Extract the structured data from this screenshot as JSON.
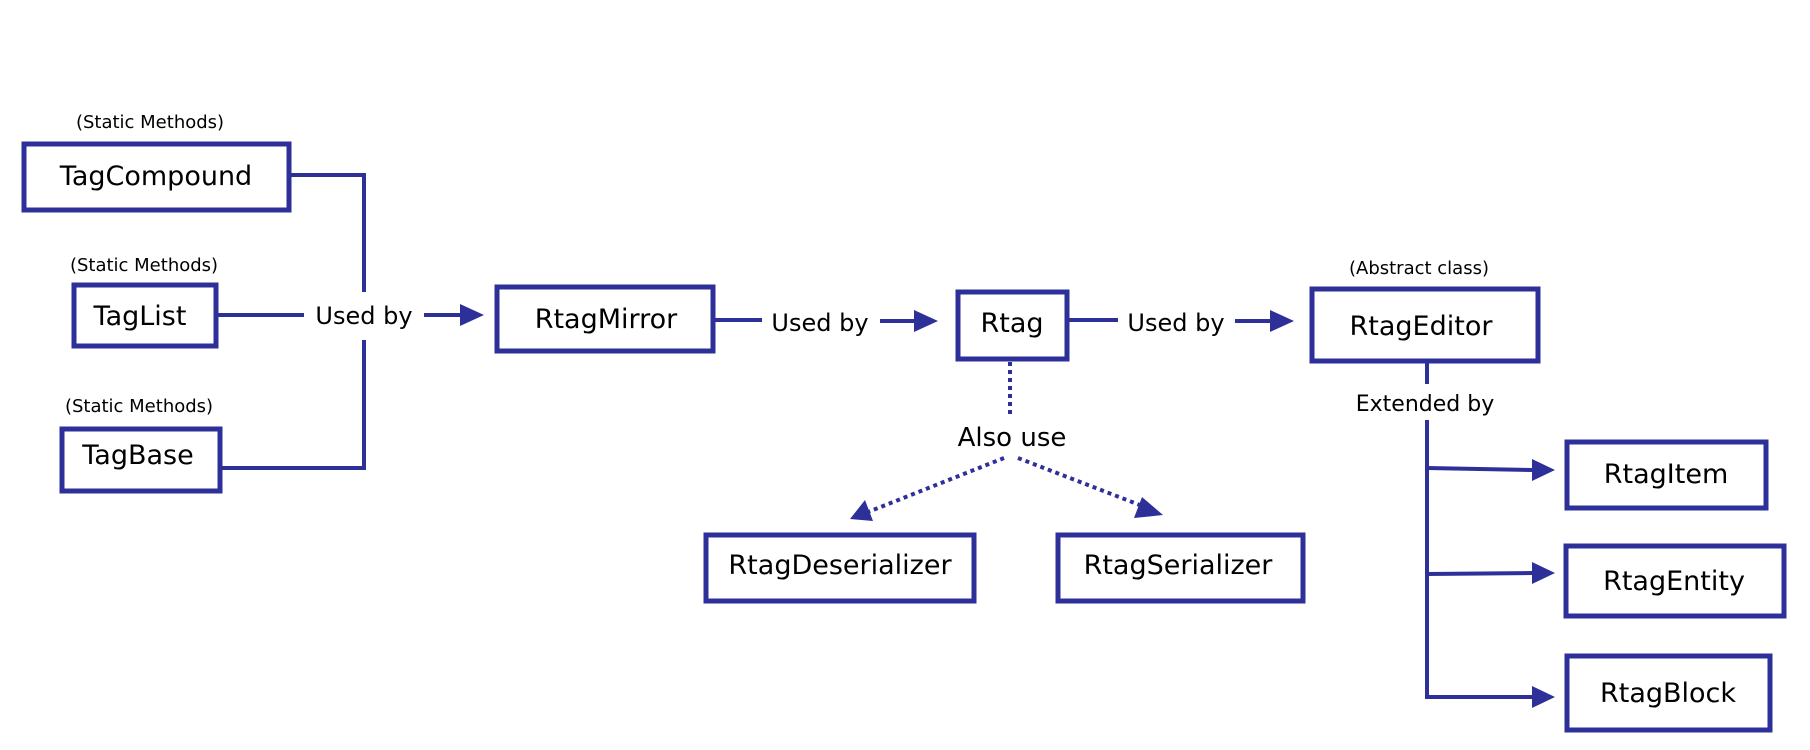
{
  "colors": {
    "accent": "#2e309a",
    "background": "#ffffff",
    "text": "#000000"
  },
  "nodes": {
    "tag_compound": "TagCompound",
    "tag_list": "TagList",
    "tag_base": "TagBase",
    "rtag_mirror": "RtagMirror",
    "rtag": "Rtag",
    "rtag_editor": "RtagEditor",
    "rtag_deserializer": "RtagDeserializer",
    "rtag_serializer": "RtagSerializer",
    "rtag_item": "RtagItem",
    "rtag_entity": "RtagEntity",
    "rtag_block": "RtagBlock"
  },
  "notes": {
    "tag_compound": "(Static Methods)",
    "tag_list": "(Static Methods)",
    "tag_base": "(Static Methods)",
    "rtag_editor": "(Abstract class)"
  },
  "edge_labels": {
    "used_by_1": "Used by",
    "used_by_2": "Used by",
    "used_by_3": "Used by",
    "also_use": "Also use",
    "extended_by": "Extended by"
  }
}
